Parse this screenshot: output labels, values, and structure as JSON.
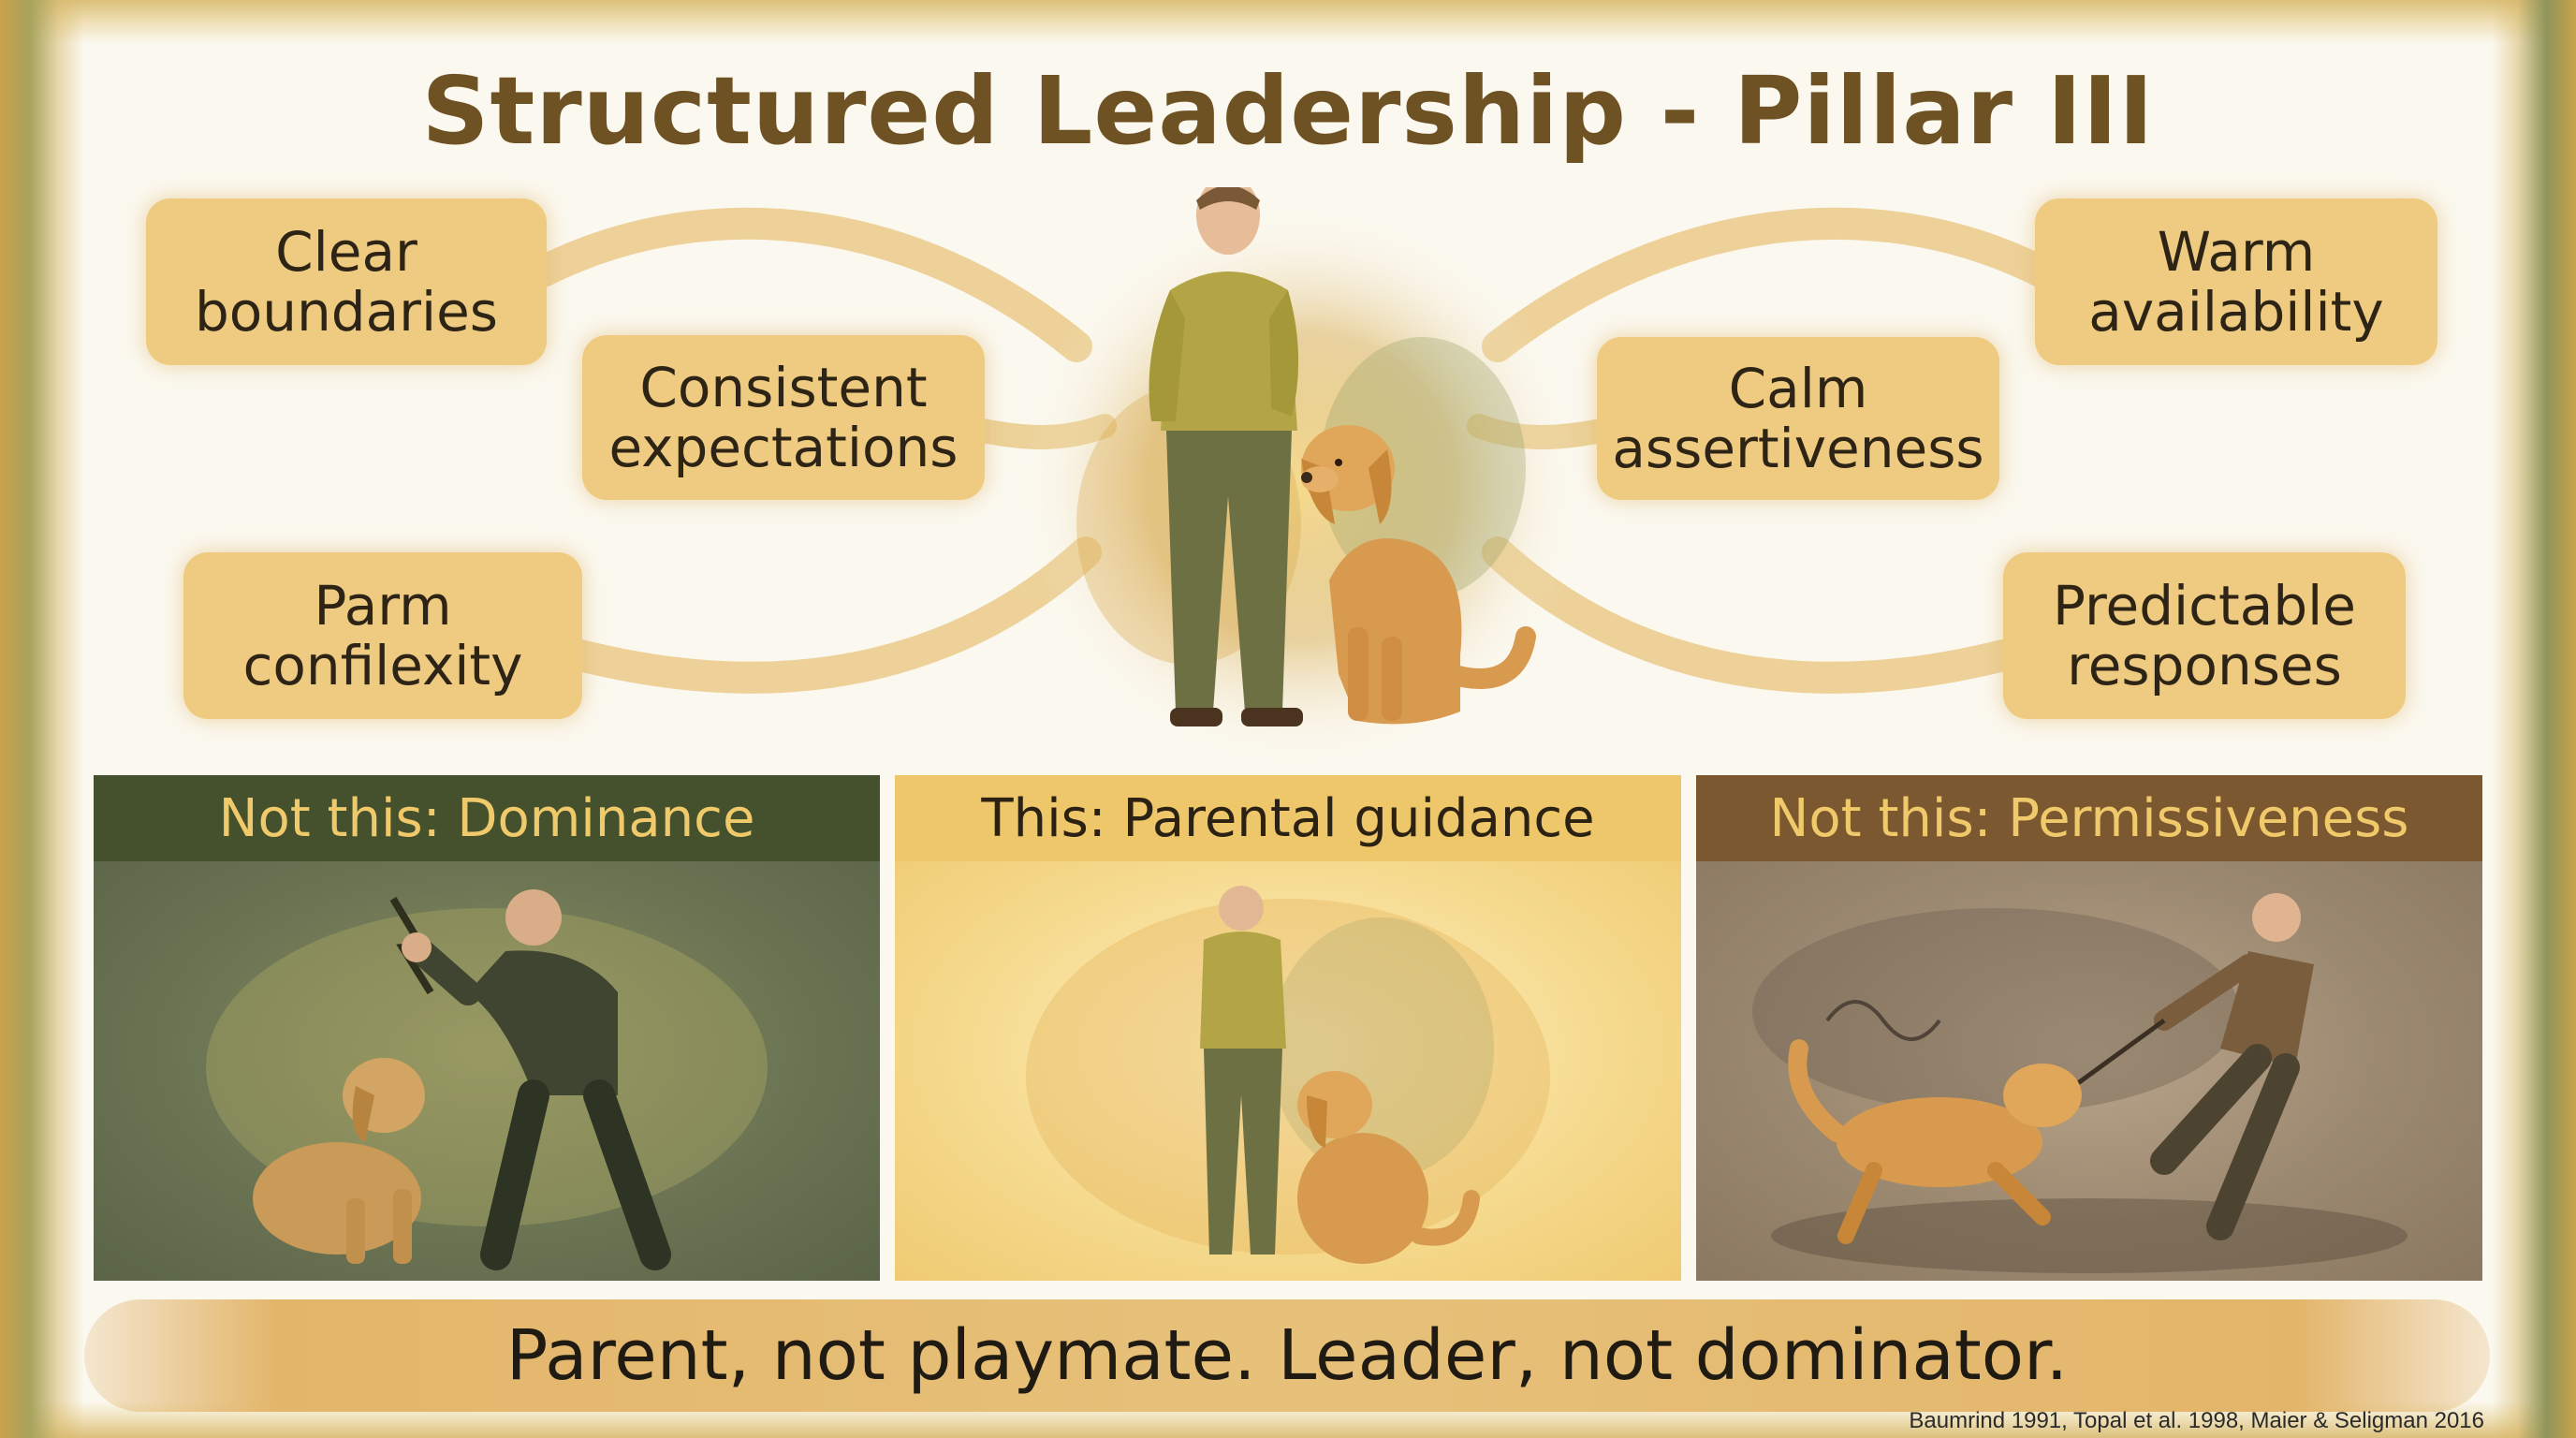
{
  "title": "Structured Leadership - Pillar III",
  "traits": {
    "left": [
      "Clear boundaries",
      "Consistent expectations",
      "Parm confilexity"
    ],
    "right": [
      "Warm availability",
      "Calm assertiveness",
      "Predictable responses"
    ]
  },
  "panels": [
    {
      "label": "Not this: Dominance"
    },
    {
      "label": "This: Parental guidance"
    },
    {
      "label": "Not this: Permissiveness"
    }
  ],
  "motto": "Parent, not playmate. Leader, not dominator.",
  "citation": "Baumrind 1991, Topal et al. 1998, Maier & Seligman 2016",
  "colors": {
    "title": "#6e5223",
    "pill": "#eecb80",
    "dominance_header": "#45512c",
    "guidance_header": "#eec76a",
    "permissive_header": "#7b5830",
    "accent_text": "#f0c96b"
  }
}
